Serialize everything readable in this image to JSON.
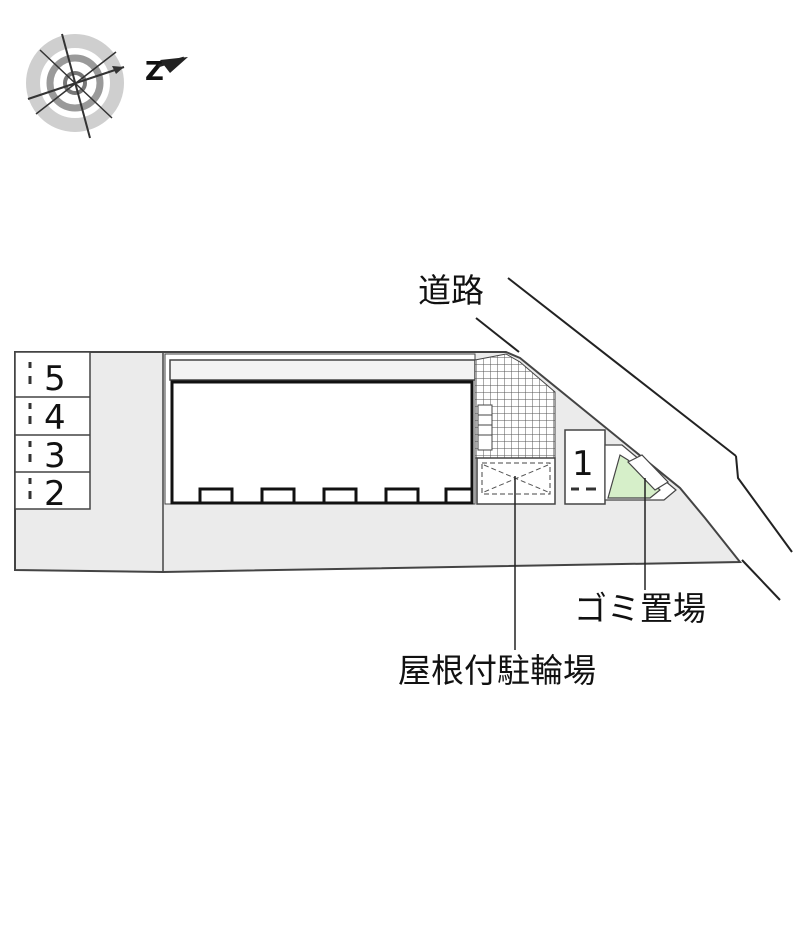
{
  "compass": {
    "north_letter": "Z",
    "icon": "compass-rose-icon"
  },
  "labels": {
    "road": "道路",
    "bike_parking": "屋根付駐輪場",
    "garbage": "ゴミ置場"
  },
  "parking_spaces": [
    {
      "number": "5"
    },
    {
      "number": "4"
    },
    {
      "number": "3"
    },
    {
      "number": "2"
    },
    {
      "number": "1"
    }
  ],
  "colors": {
    "lot": "#ebebeb",
    "outline": "#222222",
    "garbage_fill": "#d6efc9",
    "building": "#ffffff"
  }
}
